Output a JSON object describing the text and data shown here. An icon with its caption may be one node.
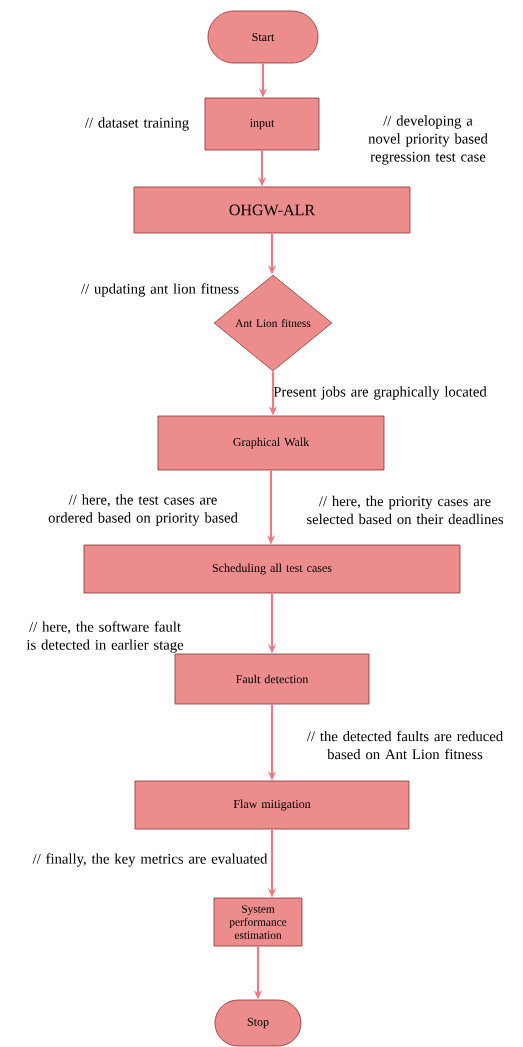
{
  "diagram": {
    "nodes": [
      {
        "text": [
          "Start"
        ]
      },
      {
        "text": [
          "input"
        ]
      },
      {
        "text": [
          "OHGW-ALR"
        ]
      },
      {
        "text": [
          "Ant Lion fitness"
        ]
      },
      {
        "text": [
          "Graphical Walk"
        ]
      },
      {
        "text": [
          "Scheduling all test cases"
        ]
      },
      {
        "text": [
          "Fault detection"
        ]
      },
      {
        "text": [
          "Flaw mitigation"
        ]
      },
      {
        "text": [
          "System performance estimation"
        ]
      },
      {
        "text": [
          "Stop"
        ]
      }
    ],
    "edges": [
      {
        "from": 0,
        "to": 1,
        "arrow": "to"
      },
      {
        "from": 1,
        "to": 2,
        "arrow": "to"
      },
      {
        "from": 2,
        "to": 3,
        "arrow": "to"
      },
      {
        "from": 3,
        "to": 4,
        "arrow": "to"
      },
      {
        "from": 4,
        "to": 5,
        "arrow": "to"
      },
      {
        "from": 5,
        "to": 6,
        "arrow": "to"
      },
      {
        "from": 6,
        "to": 7,
        "arrow": "to"
      },
      {
        "from": 7,
        "to": 8,
        "arrow": "to"
      },
      {
        "from": 8,
        "to": 9,
        "arrow": "to"
      }
    ],
    "labels": [
      "// dataset training",
      "// developing a novel priority based regression test case",
      "// updating ant lion fitness",
      "Present jobs are graphically located",
      "// here, the test cases are ordered based on priority based",
      "// here, the priority cases are selected based on their deadlines",
      "// here, the software fault is detected in earlier stage",
      "// the detected faults are reduced based on Ant Lion fitness",
      "// finally, the key metrics are evaluated"
    ]
  }
}
